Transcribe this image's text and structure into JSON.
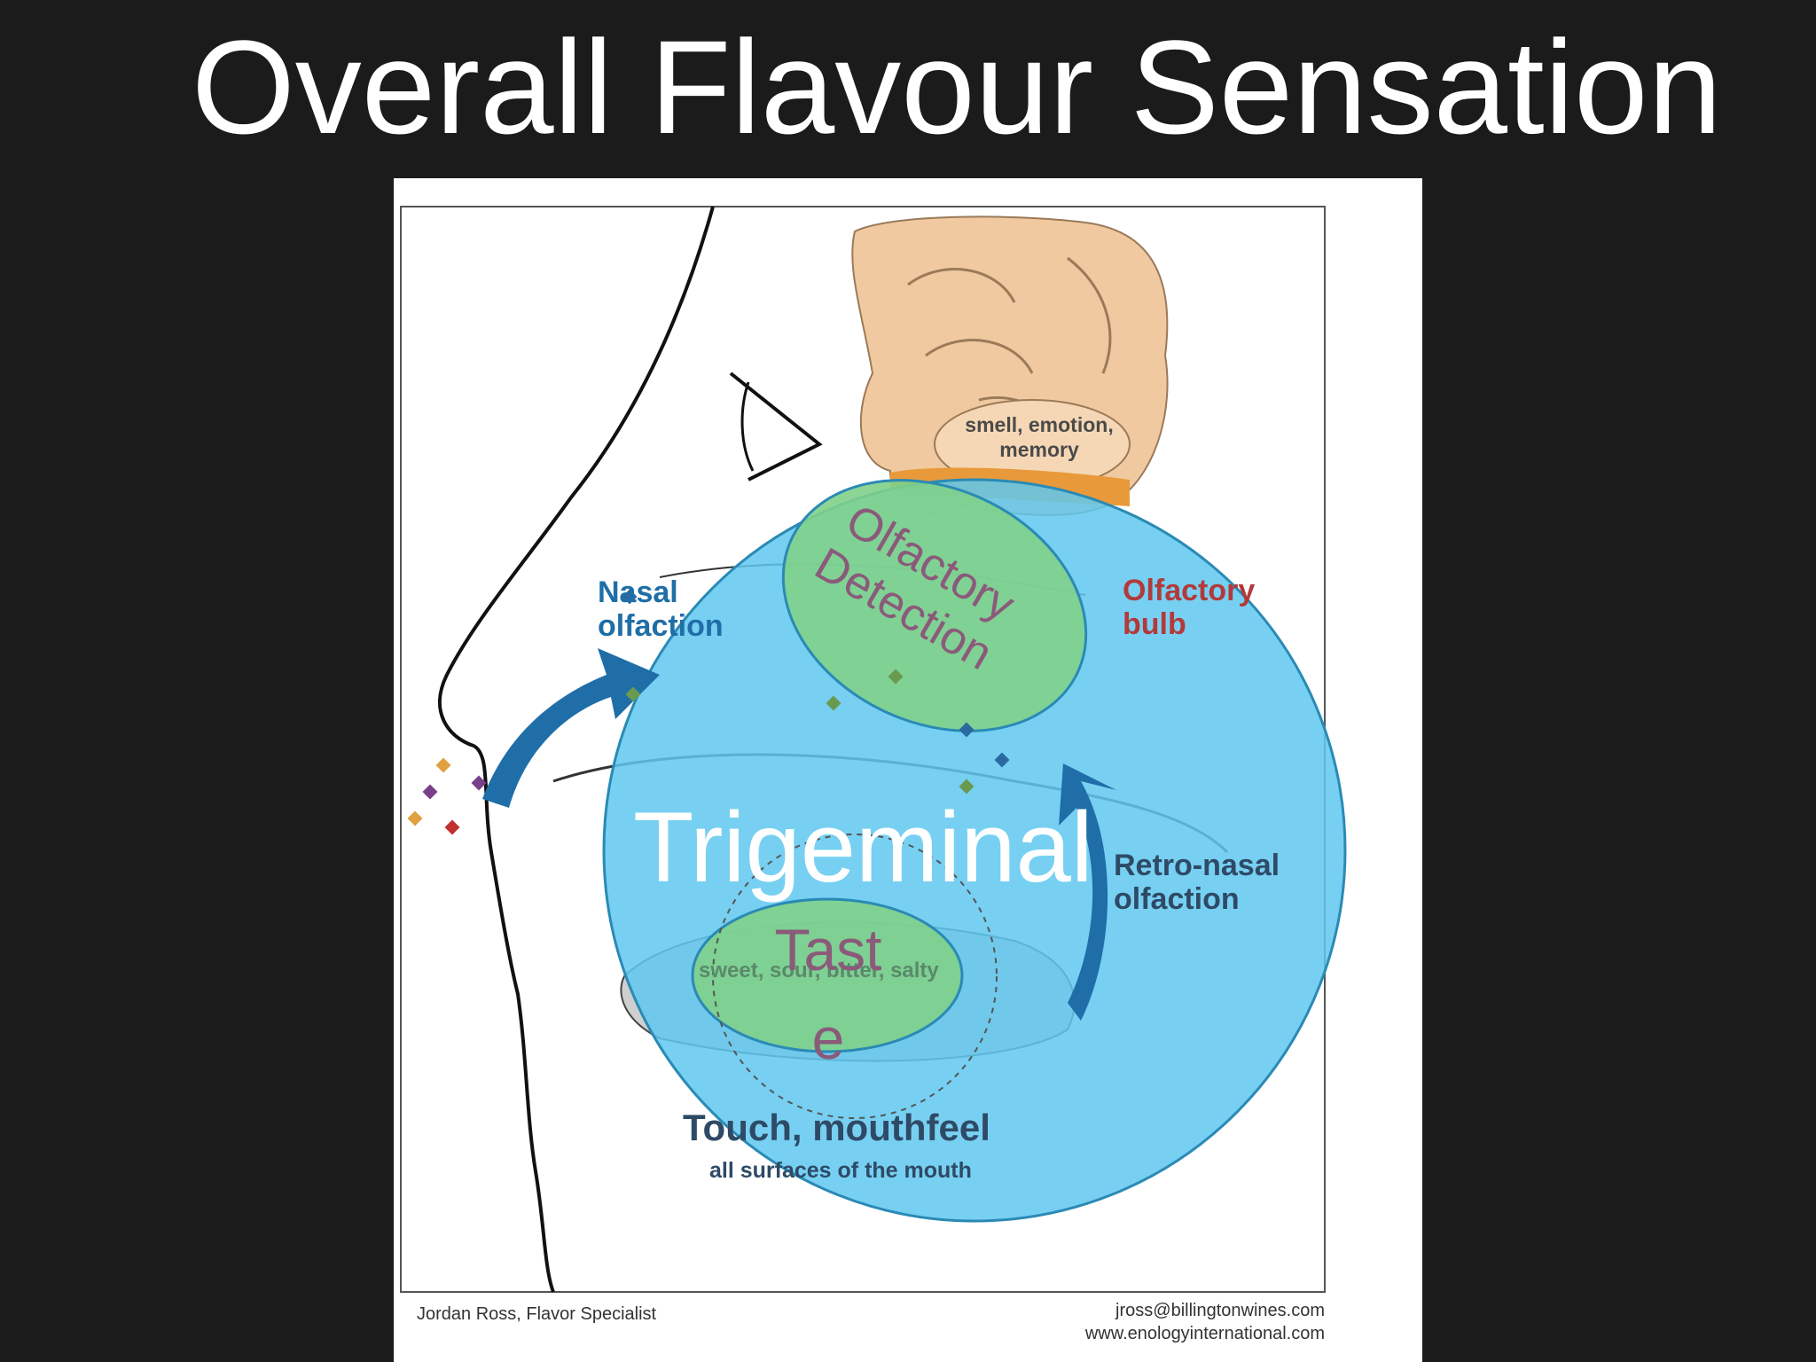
{
  "slide": {
    "title": "Overall Flavour Sensation"
  },
  "diagram": {
    "brain_label_line1": "smell, emotion,",
    "brain_label_line2": "memory",
    "nasal_line1": "Nasal",
    "nasal_line2": "olfaction",
    "bulb_line1": "Olfactory",
    "bulb_line2": "bulb",
    "retro_line1": "Retro-nasal",
    "retro_line2": "olfaction",
    "tongue_label": "sweet, sour, bitter, salty",
    "touch_title": "Touch, mouthfeel",
    "touch_sub": "all surfaces of the mouth",
    "credit_left": "Jordan Ross, Flavor Specialist",
    "credit_right_line1": "jross@billingtonwines.com",
    "credit_right_line2": "www.enologyinternational.com"
  },
  "overlay": {
    "trigeminal": "Trigeminal",
    "olfactory_line1": "Olfactory",
    "olfactory_line2": "Detection",
    "taste_line1": "Tast",
    "taste_line2": "e"
  },
  "colors": {
    "background": "#1b1b1b",
    "trigeminal_fill": "#5fc8f0",
    "inner_ellipse_fill": "#7fd08a",
    "overlay_text": "#8b5a7a"
  }
}
